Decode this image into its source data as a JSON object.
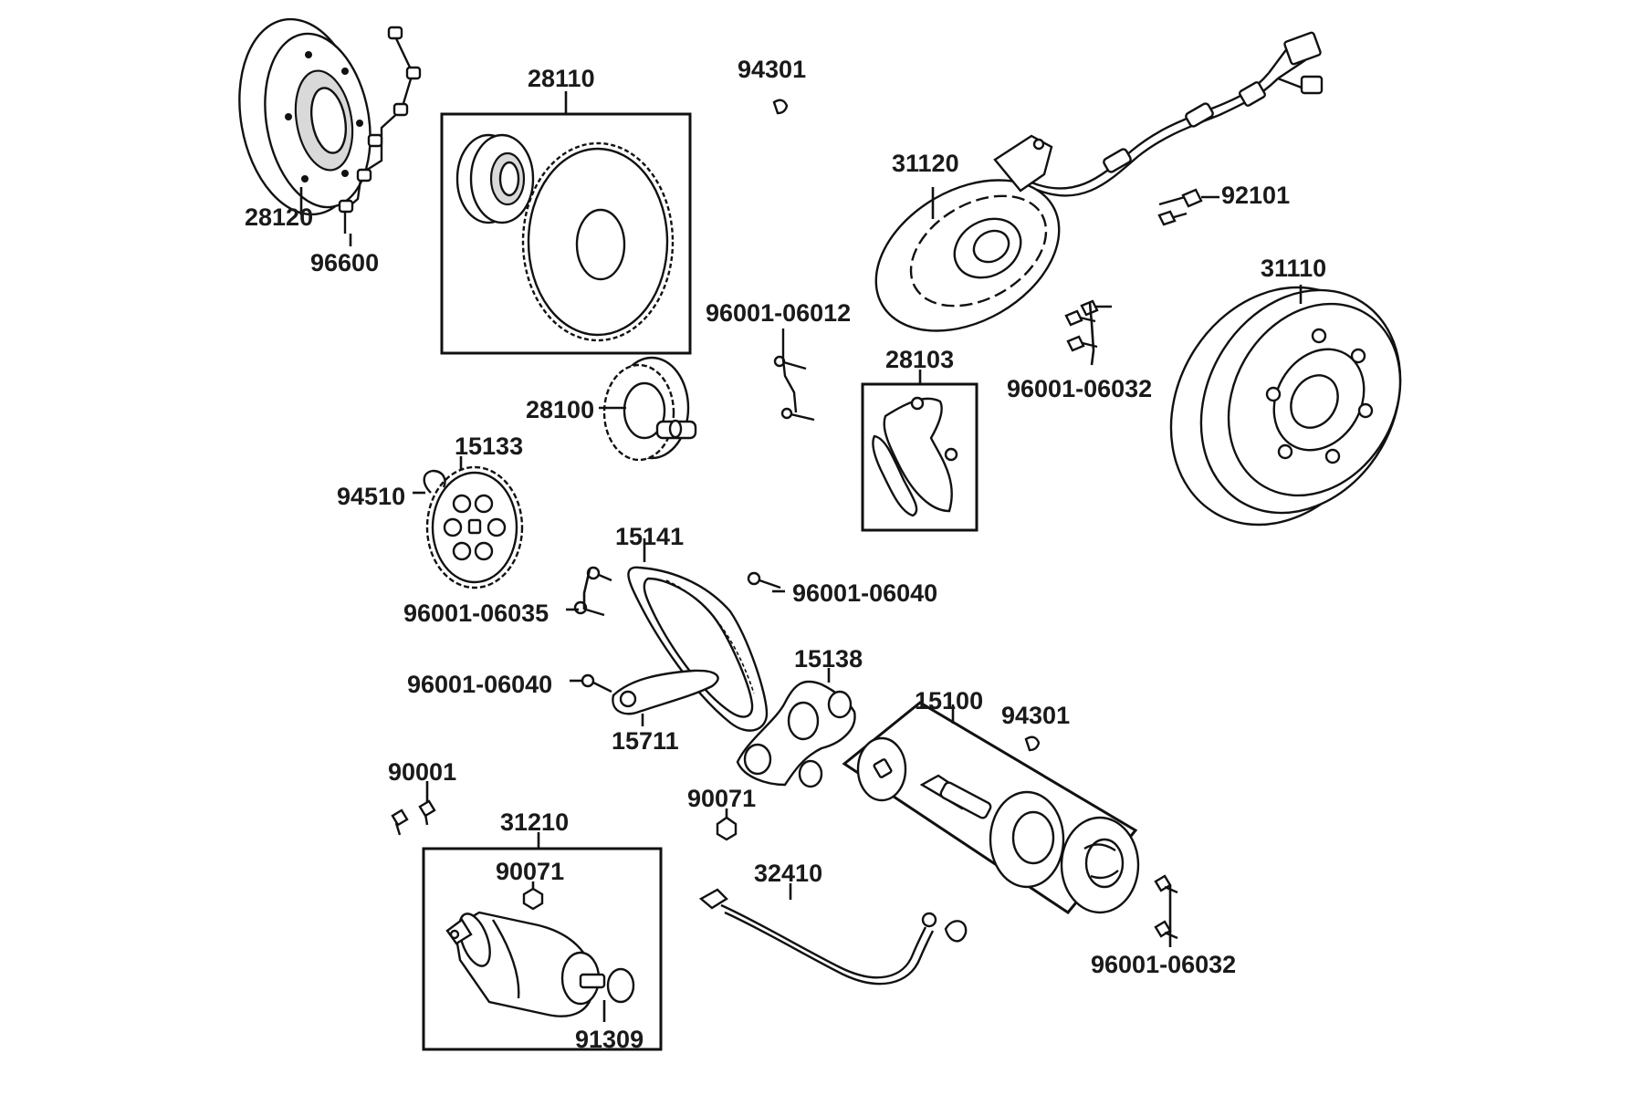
{
  "diagram": {
    "parts": {
      "p28120": "28120",
      "p96600": "96600",
      "p28110": "28110",
      "p94301_top": "94301",
      "p31120": "31120",
      "p92101": "92101",
      "p31110": "31110",
      "p96001_06012": "96001-06012",
      "p28103": "28103",
      "p96001_06032_top": "96001-06032",
      "p28100": "28100",
      "p15133": "15133",
      "p94510": "94510",
      "p15141": "15141",
      "p96001_06040_right": "96001-06040",
      "p96001_06035": "96001-06035",
      "p96001_06040_left": "96001-06040",
      "p15138": "15138",
      "p15711": "15711",
      "p15100": "15100",
      "p94301_bottom": "94301",
      "p90001": "90001",
      "p90071_mid": "90071",
      "p31210": "31210",
      "p90071_box": "90071",
      "p32410": "32410",
      "p91309": "91309",
      "p96001_06032_bottom": "96001-06032"
    }
  }
}
